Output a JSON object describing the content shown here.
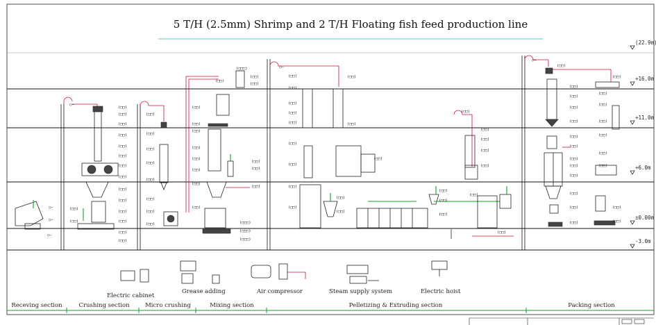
{
  "title": "5 T/H (2.5mm) Shrimp and 2 T/H Floating fish feed production line",
  "levels": [
    "(22.9m)",
    "+16.0m",
    "+11.0m",
    "+6.0m",
    "±0.00m",
    "-3.0m"
  ],
  "legend": [
    {
      "label": "Electric cabinet",
      "icon": "electric-cabinet-icon"
    },
    {
      "label": "Grease adding",
      "icon": "grease-adding-icon"
    },
    {
      "label": "Air compressor",
      "icon": "air-compressor-icon"
    },
    {
      "label": "Steam supply system",
      "icon": "steam-supply-icon"
    },
    {
      "label": "Electric hoist",
      "icon": "electric-hoist-icon"
    }
  ],
  "sections": [
    "Receving section",
    "Crushing section",
    "Micro crushing",
    "Mixing section",
    "Pelletizing & Extruding section",
    "Packing section"
  ],
  "colors": {
    "pipe": "#c8102e",
    "steam": "#1a9b2a",
    "line": "#222222",
    "title_underline": "#7fd0d0"
  }
}
